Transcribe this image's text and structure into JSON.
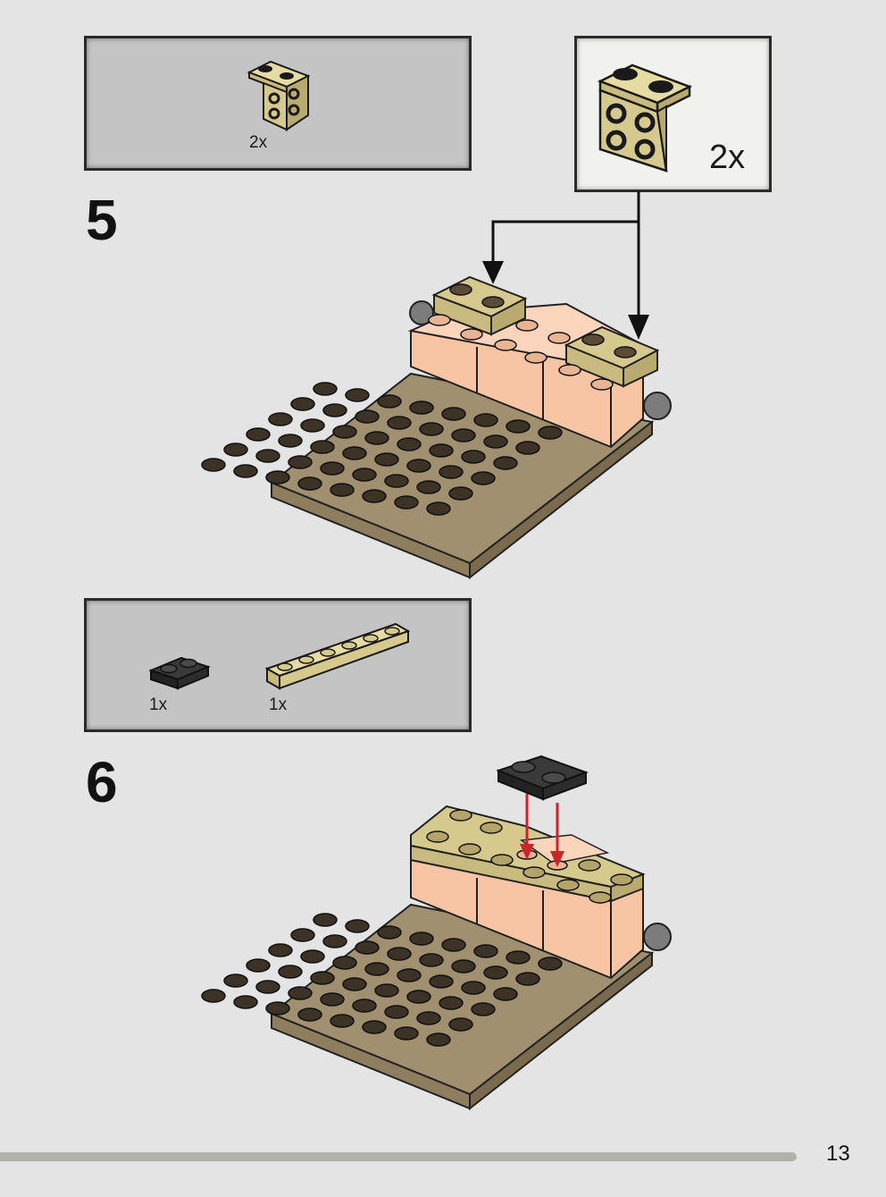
{
  "page": {
    "number": "13"
  },
  "colors": {
    "background": "#e4e4e4",
    "tan": "#d6c98e",
    "dark_tan": "#8e7e5e",
    "light_nougat": "#f7c4a4",
    "black": "#2a2a2a",
    "red_arrow": "#c8262a"
  },
  "steps": [
    {
      "number": "5",
      "parts": [
        {
          "qty": "2x",
          "icon": "tan-bracket-1x2-2x2-icon"
        }
      ],
      "callout": {
        "qty": "2x",
        "icon": "tan-bracket-1x2-2x2-icon"
      }
    },
    {
      "number": "6",
      "parts": [
        {
          "qty": "1x",
          "icon": "black-plate-1x2-icon"
        },
        {
          "qty": "1x",
          "icon": "tan-plate-1x6-icon"
        }
      ]
    }
  ]
}
